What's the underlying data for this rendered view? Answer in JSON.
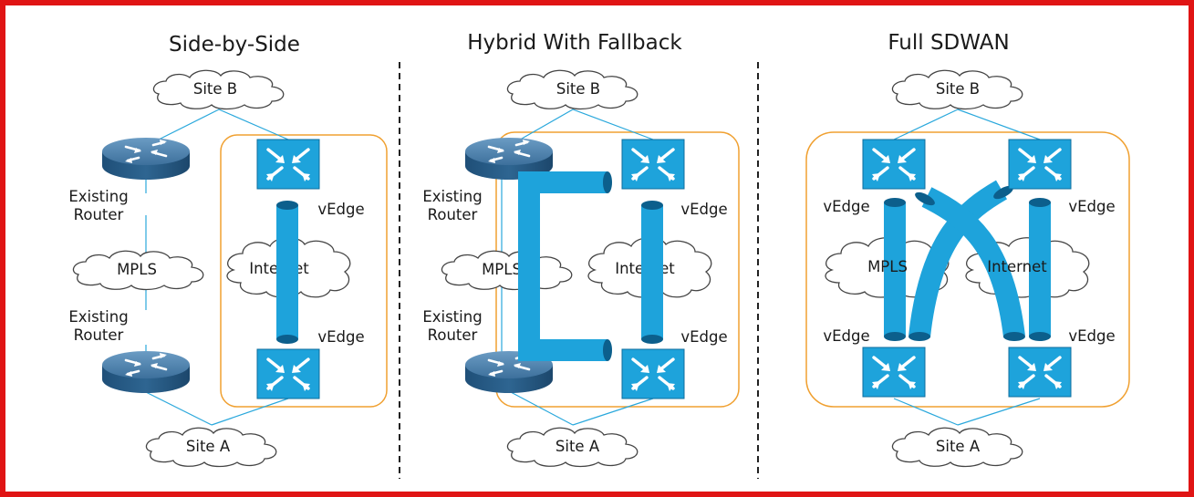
{
  "frame_color": "#e01414",
  "accent": "#1a9ad6",
  "panels": [
    {
      "title": "Side-by-Side",
      "site_b": "Site B",
      "site_a": "Site A",
      "mpls": "MPLS",
      "internet": "Internet",
      "router_top_label": [
        "Existing",
        "Router"
      ],
      "router_bottom_label": [
        "Existing",
        "Router"
      ],
      "vedge_top_label": "vEdge",
      "vedge_bottom_label": "vEdge"
    },
    {
      "title": "Hybrid With Fallback",
      "site_b": "Site B",
      "site_a": "Site A",
      "mpls": "MPLS",
      "internet": "Internet",
      "router_top_label": [
        "Existing",
        "Router"
      ],
      "router_bottom_label": [
        "Existing",
        "Router"
      ],
      "vedge_top_label": "vEdge",
      "vedge_bottom_label": "vEdge"
    },
    {
      "title": "Full SDWAN",
      "site_b": "Site B",
      "site_a": "Site A",
      "mpls": "MPLS",
      "internet": "Internet",
      "vedge_tl_label": "vEdge",
      "vedge_tr_label": "vEdge",
      "vedge_bl_label": "vEdge",
      "vedge_br_label": "vEdge"
    }
  ]
}
